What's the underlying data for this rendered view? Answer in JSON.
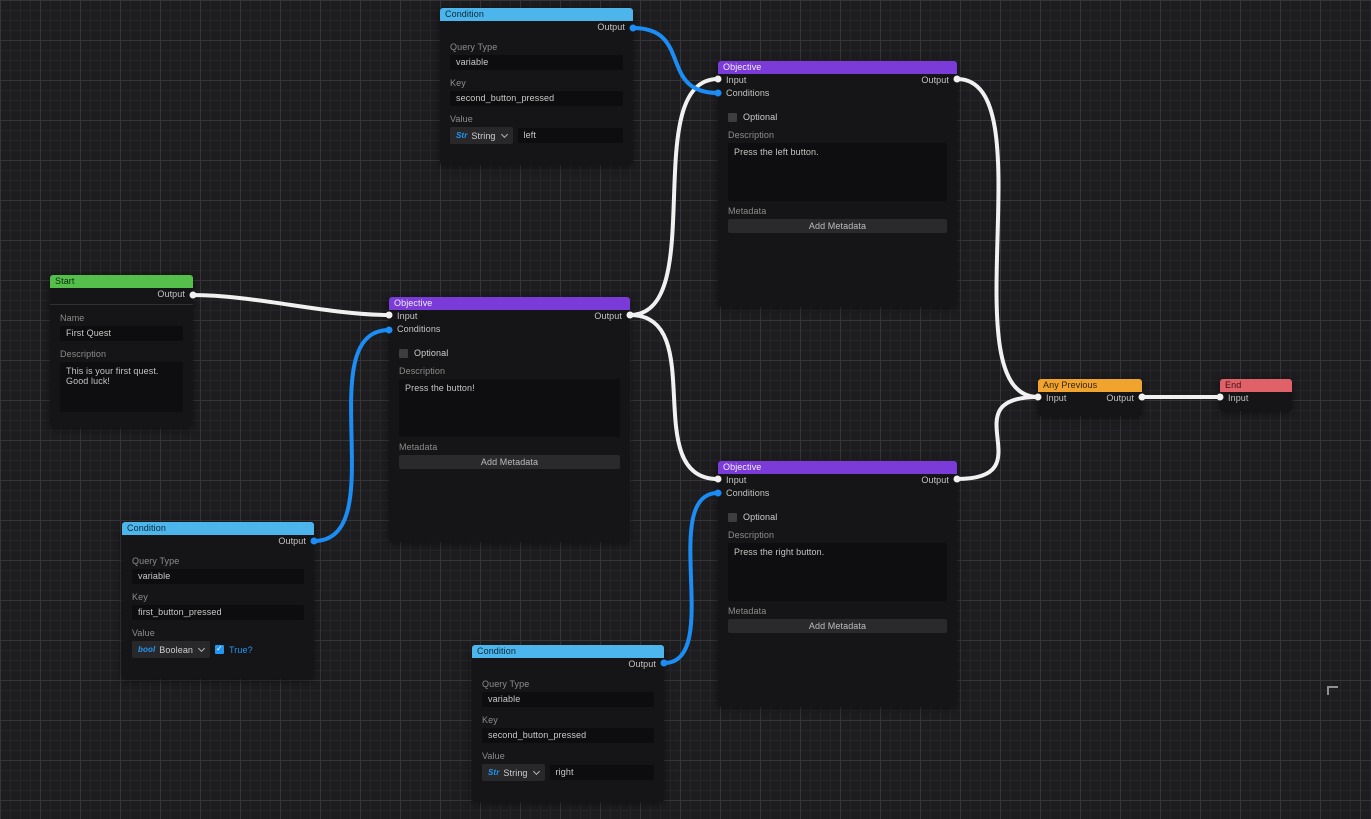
{
  "canvas": {
    "background": "#1d1d1f",
    "grid_minor_color": "#26262a",
    "grid_major_color": "#35353a"
  },
  "colors": {
    "condition_header": "#4cb6ec",
    "objective_header": "#7a3bd8",
    "start_header": "#54c04b",
    "any_previous_header": "#f0a42d",
    "end_header": "#e06168",
    "wire_white": "#f1f1f1",
    "wire_blue": "#1b8df4",
    "accent_blue": "#2196f3"
  },
  "nodes": [
    {
      "id": "condition-top",
      "title": "Condition",
      "ports": {
        "output": "Output"
      },
      "fields": {
        "query_type_label": "Query Type",
        "query_type_value": "variable",
        "key_label": "Key",
        "key_value": "second_button_pressed",
        "value_label": "Value",
        "type_badge": "Str",
        "type_name": "String",
        "value_text": "left"
      }
    },
    {
      "id": "objective-top-right",
      "title": "Objective",
      "ports": {
        "input": "Input",
        "output": "Output",
        "conditions": "Conditions"
      },
      "fields": {
        "optional_label": "Optional",
        "optional_checked": false,
        "description_label": "Description",
        "description_value": "Press the left button.",
        "metadata_label": "Metadata",
        "add_metadata_label": "Add Metadata"
      }
    },
    {
      "id": "start",
      "title": "Start",
      "ports": {
        "output": "Output"
      },
      "fields": {
        "name_label": "Name",
        "name_value": "First Quest",
        "description_label": "Description",
        "description_value": "This is your first quest. Good luck!"
      }
    },
    {
      "id": "objective-center",
      "title": "Objective",
      "ports": {
        "input": "Input",
        "output": "Output",
        "conditions": "Conditions"
      },
      "fields": {
        "optional_label": "Optional",
        "optional_checked": false,
        "description_label": "Description",
        "description_value": "Press the button!",
        "metadata_label": "Metadata",
        "add_metadata_label": "Add Metadata"
      }
    },
    {
      "id": "condition-bottom-left",
      "title": "Condition",
      "ports": {
        "output": "Output"
      },
      "fields": {
        "query_type_label": "Query Type",
        "query_type_value": "variable",
        "key_label": "Key",
        "key_value": "first_button_pressed",
        "value_label": "Value",
        "type_badge": "bool",
        "type_name": "Boolean",
        "bool_label": "True?",
        "bool_checked": true
      }
    },
    {
      "id": "objective-right",
      "title": "Objective",
      "ports": {
        "input": "Input",
        "output": "Output",
        "conditions": "Conditions"
      },
      "fields": {
        "optional_label": "Optional",
        "optional_checked": false,
        "description_label": "Description",
        "description_value": "Press the right button.",
        "metadata_label": "Metadata",
        "add_metadata_label": "Add Metadata"
      }
    },
    {
      "id": "condition-bottom-center",
      "title": "Condition",
      "ports": {
        "output": "Output"
      },
      "fields": {
        "query_type_label": "Query Type",
        "query_type_value": "variable",
        "key_label": "Key",
        "key_value": "second_button_pressed",
        "value_label": "Value",
        "type_badge": "Str",
        "type_name": "String",
        "value_text": "right"
      }
    },
    {
      "id": "any-previous",
      "title": "Any Previous",
      "ports": {
        "input": "Input",
        "output": "Output"
      }
    },
    {
      "id": "end",
      "title": "End",
      "ports": {
        "input": "Input"
      }
    }
  ],
  "connections": [
    {
      "from": "start.output",
      "to": "objective-center.input",
      "color": "white"
    },
    {
      "from": "condition-top.output",
      "to": "objective-top-right.conditions",
      "color": "blue"
    },
    {
      "from": "condition-bottom-left.output",
      "to": "objective-center.conditions",
      "color": "blue"
    },
    {
      "from": "objective-center.output",
      "to": "objective-top-right.input",
      "color": "white"
    },
    {
      "from": "objective-center.output",
      "to": "objective-right.input",
      "color": "white"
    },
    {
      "from": "condition-bottom-center.output",
      "to": "objective-right.conditions",
      "color": "blue"
    },
    {
      "from": "objective-top-right.output",
      "to": "any-previous.input",
      "color": "white"
    },
    {
      "from": "objective-right.output",
      "to": "any-previous.input",
      "color": "white"
    },
    {
      "from": "any-previous.output",
      "to": "end.input",
      "color": "white"
    }
  ]
}
